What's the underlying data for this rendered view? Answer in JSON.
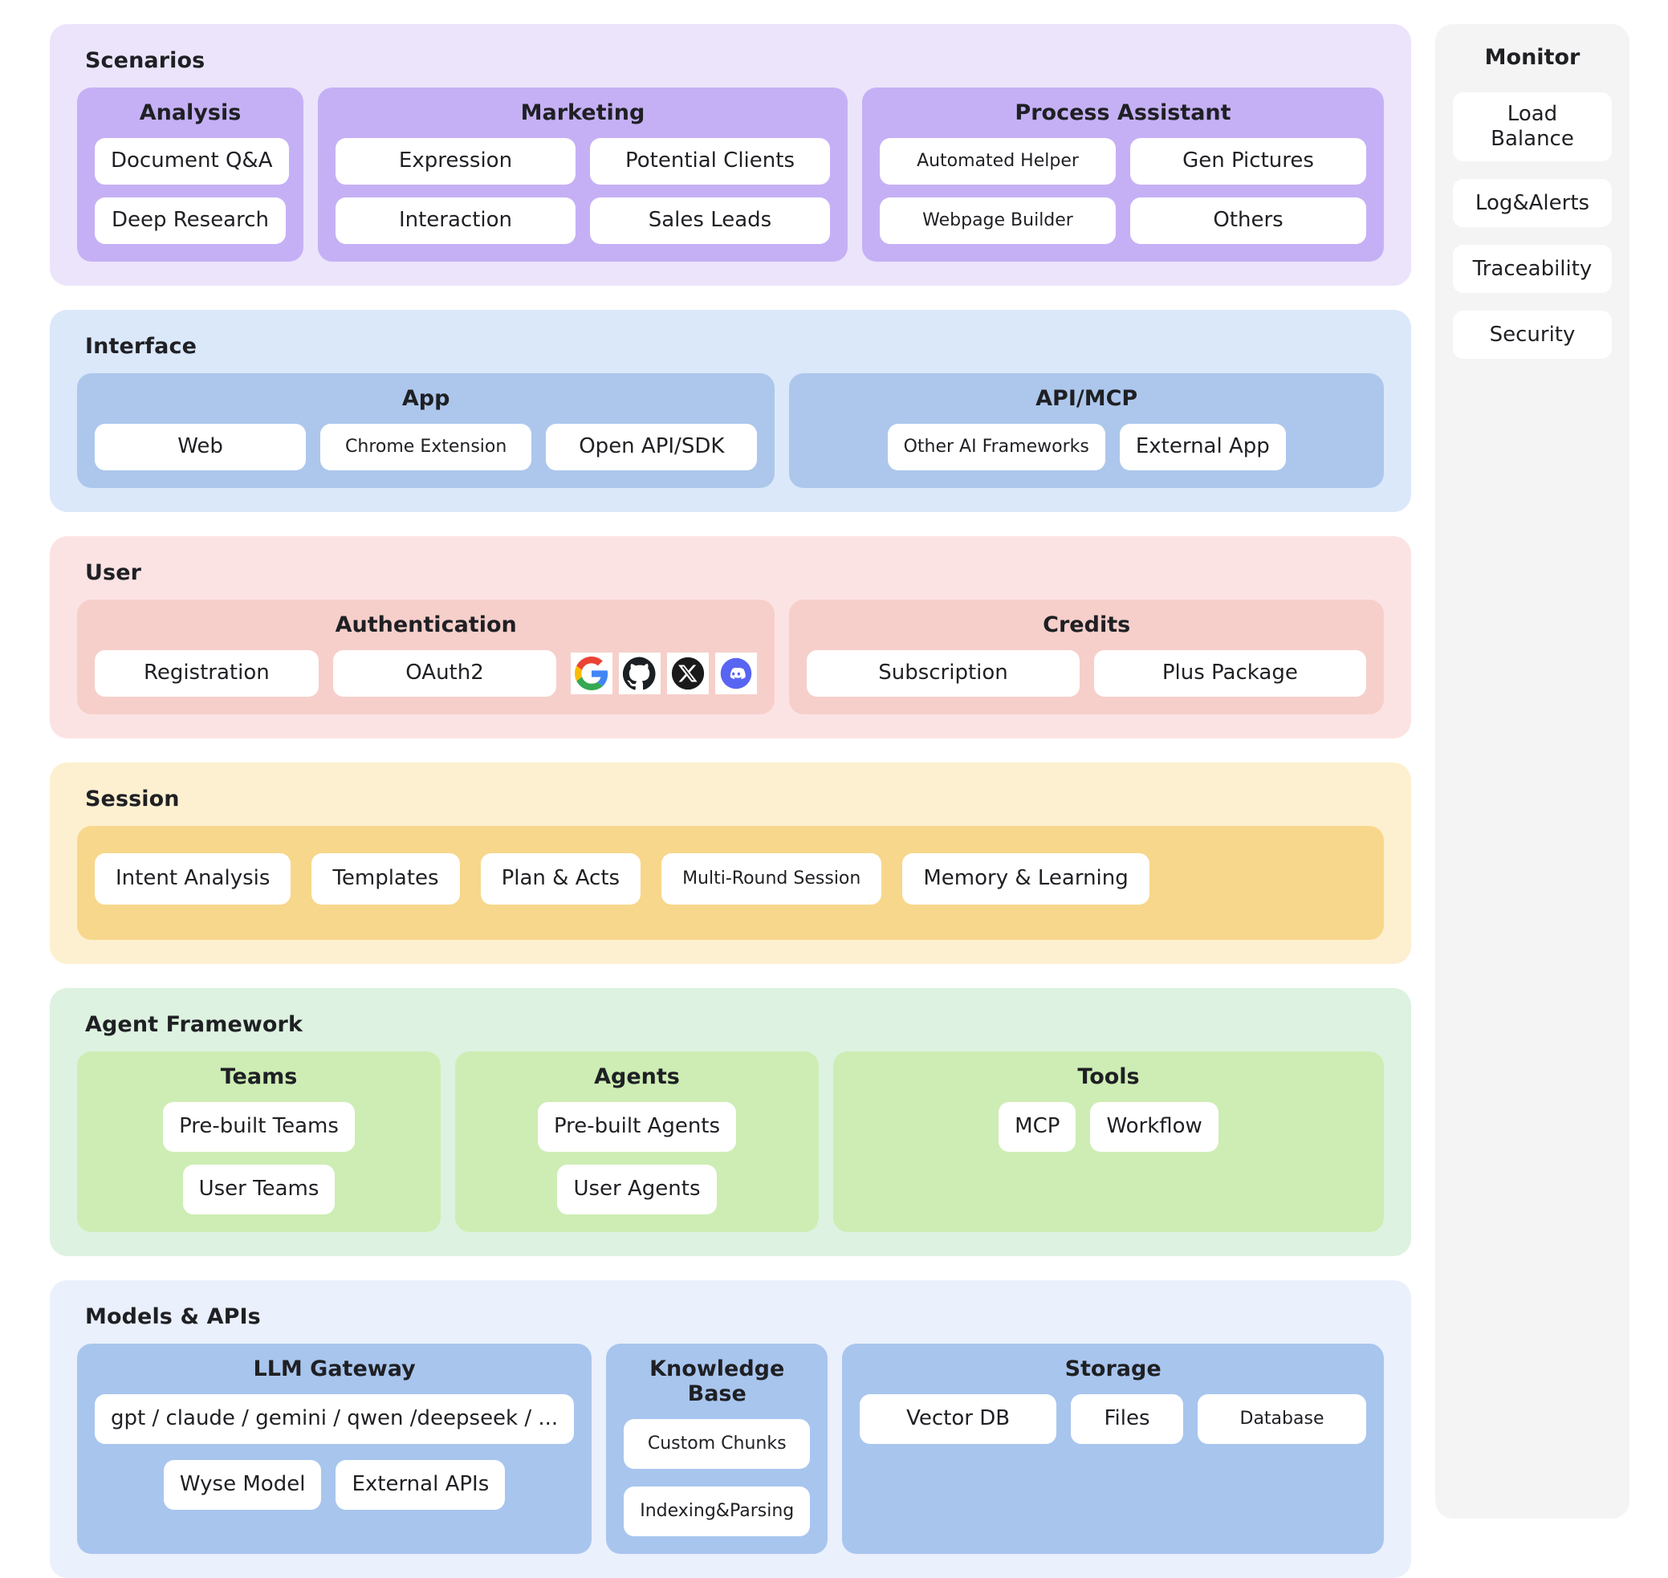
{
  "layers": [
    {
      "id": "scenarios",
      "title": "Scenarios",
      "groups": [
        {
          "title": "Analysis",
          "items": [
            "Document Q&A",
            "Deep Research"
          ]
        },
        {
          "title": "Marketing",
          "items": [
            "Expression",
            "Potential Clients",
            "Interaction",
            "Sales Leads"
          ]
        },
        {
          "title": "Process Assistant",
          "items": [
            "Automated Helper",
            "Gen Pictures",
            "Webpage Builder",
            "Others"
          ]
        }
      ]
    },
    {
      "id": "interface",
      "title": "Interface",
      "groups": [
        {
          "title": "App",
          "items": [
            "Web",
            "Chrome Extension",
            "Open API/SDK"
          ]
        },
        {
          "title": "API/MCP",
          "items": [
            "Other AI Frameworks",
            "External App"
          ]
        }
      ]
    },
    {
      "id": "user",
      "title": "User",
      "groups": [
        {
          "title": "Authentication",
          "items": [
            "Registration",
            "OAuth2"
          ],
          "oauth_providers": [
            "google-icon",
            "github-icon",
            "x-twitter-icon",
            "discord-icon"
          ]
        },
        {
          "title": "Credits",
          "items": [
            "Subscription",
            "Plus Package"
          ]
        }
      ]
    },
    {
      "id": "session",
      "title": "Session",
      "groups": [
        {
          "title": "",
          "items": [
            "Intent Analysis",
            "Templates",
            "Plan & Acts",
            "Multi-Round Session",
            "Memory & Learning"
          ]
        }
      ]
    },
    {
      "id": "agentfw",
      "title": "Agent Framework",
      "groups": [
        {
          "title": "Teams",
          "items": [
            "Pre-built Teams",
            "User Teams"
          ]
        },
        {
          "title": "Agents",
          "items": [
            "Pre-built Agents",
            "User Agents"
          ]
        },
        {
          "title": "Tools",
          "items": [
            "MCP",
            "Workflow"
          ]
        }
      ]
    },
    {
      "id": "models",
      "title": "Models & APIs",
      "groups": [
        {
          "title": "LLM Gateway",
          "items": [
            "gpt / claude / gemini / qwen /deepseek / ...",
            "Wyse Model",
            "External APIs"
          ]
        },
        {
          "title": "Knowledge Base",
          "items": [
            "Custom Chunks",
            "Indexing&Parsing"
          ]
        },
        {
          "title": "Storage",
          "items": [
            "Vector DB",
            "Files",
            "Database"
          ]
        }
      ]
    }
  ],
  "monitor": {
    "title": "Monitor",
    "items": [
      "Load\nBalance",
      "Log&Alerts",
      "Traceability",
      "Security"
    ]
  },
  "colors": {
    "scenarios_outer": "#ece4fb",
    "scenarios_inner": "#c5b0f5",
    "interface_outer": "#dbe8fa",
    "interface_inner": "#adc7ec",
    "user_outer": "#fce3e3",
    "user_inner": "#f6cfcb",
    "session_outer": "#fdf0d0",
    "session_inner": "#f7d78b",
    "agent_outer": "#ddf2e0",
    "agent_inner": "#cdedb4",
    "models_outer": "#eaf0fc",
    "models_inner": "#a8c5ee",
    "monitor_bg": "#f4f4f5",
    "chip_bg": "#ffffff",
    "text": "#1f2024"
  }
}
